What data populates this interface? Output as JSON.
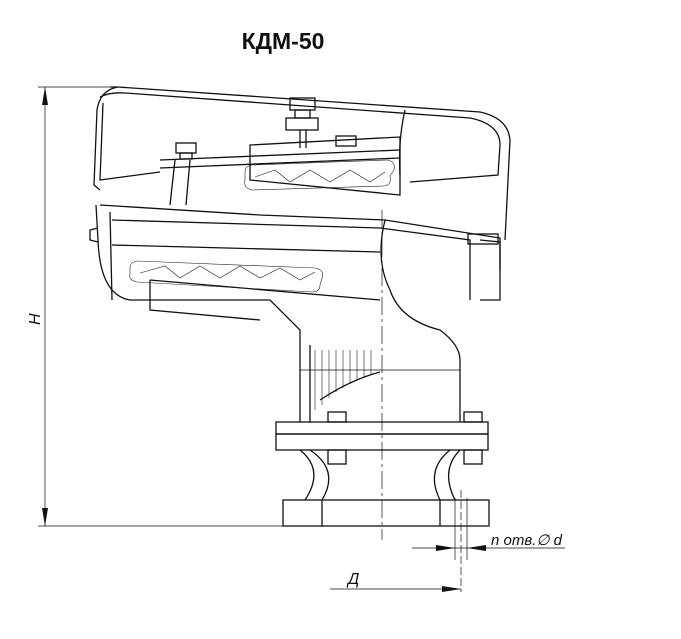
{
  "title": "КДМ-50",
  "dimensions": {
    "height_label": "Н",
    "width_label": "Д",
    "holes_label": "n отв.∅ d"
  }
}
